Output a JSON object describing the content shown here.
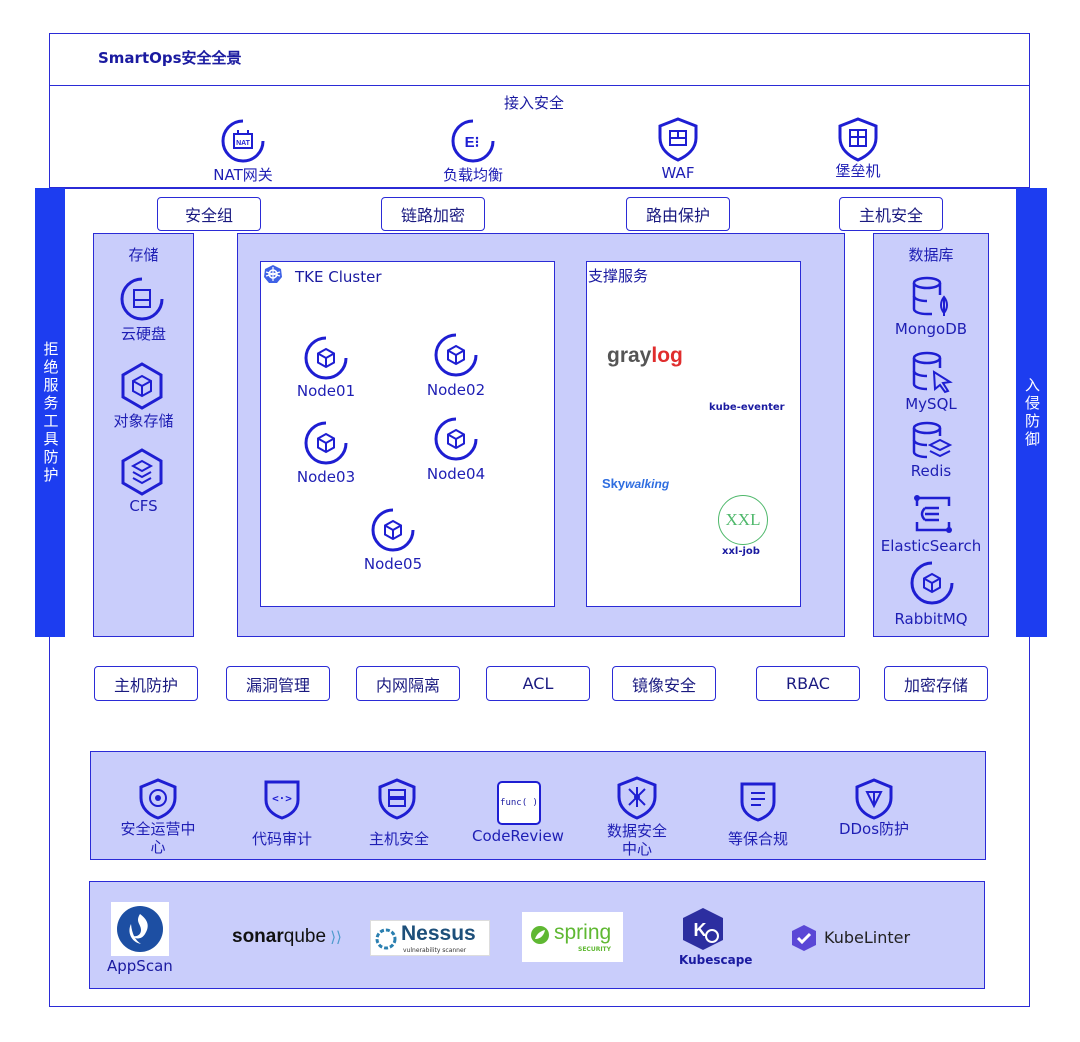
{
  "title": "SmartOps安全全景",
  "access": {
    "heading": "接入安全",
    "items": [
      {
        "label": "NAT网关",
        "icon": "nat-gateway-icon"
      },
      {
        "label": "负载均衡",
        "icon": "load-balancer-icon"
      },
      {
        "label": "WAF",
        "icon": "waf-shield-icon"
      },
      {
        "label": "堡垒机",
        "icon": "bastion-shield-icon"
      }
    ]
  },
  "left_bar": "拒绝服务工具防护",
  "right_bar": "入侵防御",
  "top_tags": [
    "安全组",
    "链路加密",
    "路由保护",
    "主机安全"
  ],
  "storage": {
    "heading": "存储",
    "items": [
      "云硬盘",
      "对象存储",
      "CFS"
    ]
  },
  "tke": {
    "heading": "TKE Cluster",
    "nodes": [
      "Node01",
      "Node02",
      "Node03",
      "Node04",
      "Node05"
    ]
  },
  "support": {
    "heading": "支撑服务",
    "graylog_a": "gray",
    "graylog_b": "log",
    "kube_eventer": "kube-eventer",
    "skywalking_a": "Sky",
    "skywalking_b": "walking",
    "xxl_logo": "XXL",
    "xxl_job": "xxl-job"
  },
  "database": {
    "heading": "数据库",
    "items": [
      "MongoDB",
      "MySQL",
      "Redis",
      "ElasticSearch",
      "RabbitMQ"
    ]
  },
  "bottom_tags": [
    "主机防护",
    "漏洞管理",
    "内网隔离",
    "ACL",
    "镜像安全",
    "RBAC",
    "加密存储"
  ],
  "ops": {
    "items": [
      {
        "label": "安全运营中心",
        "icon": "shield-target-icon"
      },
      {
        "label": "代码审计",
        "icon": "code-shield-icon"
      },
      {
        "label": "主机安全",
        "icon": "server-shield-icon"
      },
      {
        "label": "CodeReview",
        "icon": "function-icon",
        "icon_text": "func( )"
      },
      {
        "label": "数据安全中心",
        "icon": "data-shield-icon"
      },
      {
        "label": "等保合规",
        "icon": "document-shield-icon"
      },
      {
        "label": "DDos防护",
        "icon": "ddos-shield-icon"
      }
    ]
  },
  "tools": {
    "appscan": "AppScan",
    "sonar_a": "sonar",
    "sonar_b": "qube",
    "nessus": "Nessus",
    "nessus_sub": "vulnerability scanner",
    "spring": "spring",
    "spring_sub": "SECURITY",
    "kubescape": "Kubescape",
    "kubelinter": "KubeLinter"
  },
  "colors": {
    "accent": "#2b2bd6",
    "fill": "#c9cdfb",
    "bar": "#1d3df0",
    "graylog_red": "#e02d2d",
    "spring_green": "#5fb832"
  }
}
